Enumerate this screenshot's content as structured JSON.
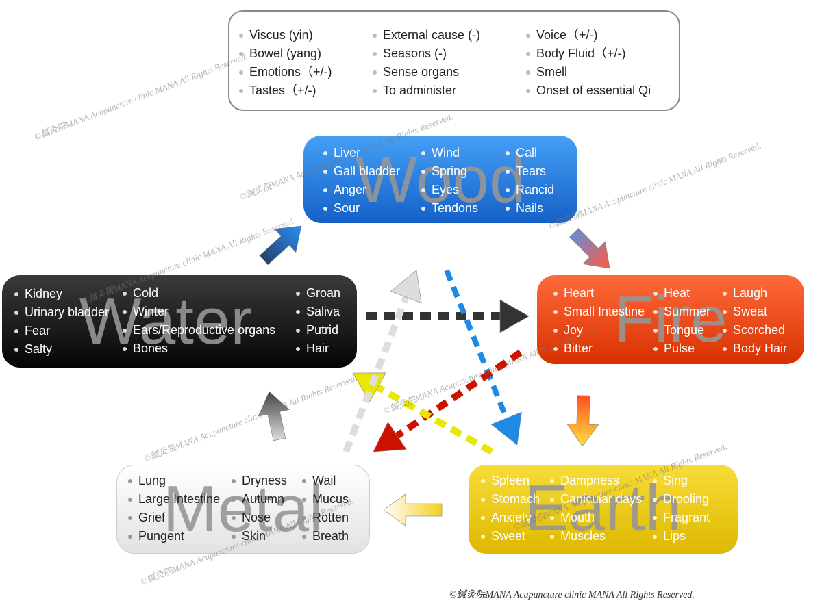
{
  "legend": {
    "col1": [
      "Viscus (yin)",
      "Bowel (yang)",
      "Emotions（+/-)",
      "Tastes（+/-)"
    ],
    "col2": [
      "External cause (-)",
      "Seasons (-)",
      "Sense organs",
      "To administer"
    ],
    "col3": [
      "Voice（+/-)",
      "Body Fluid（+/-)",
      "Smell",
      "Onset of essential Qi"
    ]
  },
  "elements": {
    "wood": {
      "name": "Wood",
      "col1": [
        "Liver",
        "Gall bladder",
        "Anger",
        "Sour"
      ],
      "col2": [
        "Wind",
        "Spring",
        "Eyes",
        "Tendons"
      ],
      "col3": [
        "Call",
        "Tears",
        "Rancid",
        "Nails"
      ]
    },
    "fire": {
      "name": "Fire",
      "col1": [
        "Heart",
        "Small Intestine",
        "Joy",
        "Bitter"
      ],
      "col2": [
        "Heat",
        "Summer",
        "Tongue",
        "Pulse"
      ],
      "col3": [
        "Laugh",
        "Sweat",
        "Scorched",
        "Body Hair"
      ]
    },
    "water": {
      "name": "Water",
      "col1": [
        "Kidney",
        "Urinary bladder",
        "Fear",
        "Salty"
      ],
      "col2": [
        "Cold",
        "Winter",
        "Ears/Reproductive organs",
        "Bones"
      ],
      "col3": [
        "Groan",
        "Saliva",
        "Putrid",
        "Hair"
      ]
    },
    "metal": {
      "name": "Metal",
      "col1": [
        "Lung",
        "Large Intestine",
        "Grief",
        "Pungent"
      ],
      "col2": [
        "Dryness",
        "Autumn",
        "Nose",
        "Skin"
      ],
      "col3": [
        "Wail",
        "Mucus",
        "Rotten",
        "Breath"
      ]
    },
    "earth": {
      "name": "Earth",
      "col1": [
        "Spleen",
        "Stomach",
        "Anxiety",
        "Sweet"
      ],
      "col2": [
        "Dampness",
        "Canicular days",
        "Mouth",
        "Muscles"
      ],
      "col3": [
        "Sing",
        "Drooling",
        "Fragrant",
        "Lips"
      ]
    }
  },
  "watermark": "©鍼灸院MANA Acupuncture clinic MANA All Rights Reserved.",
  "copyright": "©鍼灸院MANA Acupuncture clinic MANA All Rights Reserved.",
  "colors": {
    "wood": "#1f78e0",
    "fire": "#e83a0a",
    "earth": "#f0cc18",
    "metal": "#f2f2f2",
    "water": "#111111"
  }
}
